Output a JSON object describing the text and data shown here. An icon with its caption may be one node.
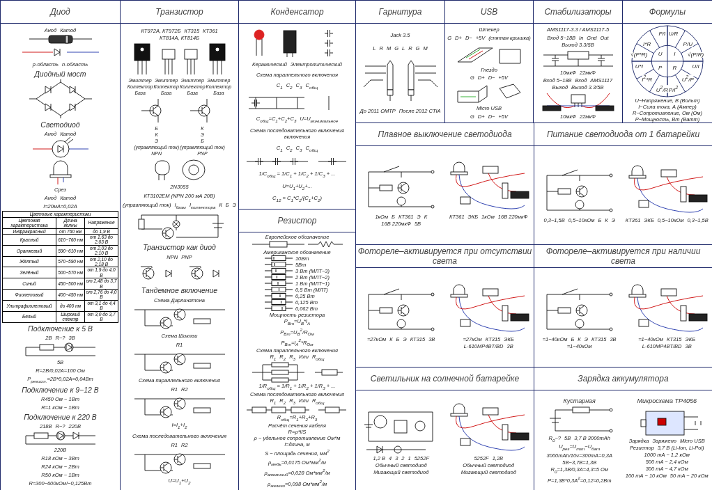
{
  "diagram": {
    "nodes": [
      {
        "text": [
          "Диод"
        ]
      },
      {
        "text": [
          "Транзистор"
        ]
      },
      {
        "text": [
          "Конденсатор"
        ]
      },
      {
        "text": [
          "Резистор"
        ]
      },
      {
        "text": [
          "Гарнитура"
        ]
      },
      {
        "text": [
          "USB"
        ]
      },
      {
        "text": [
          "Стабилизаторы"
        ]
      },
      {
        "text": [
          "Формулы"
        ]
      },
      {
        "text": [
          "Плавное выключение светодиода"
        ]
      },
      {
        "text": [
          "Питание светодиода от 1 батарейки"
        ]
      },
      {
        "text": [
          "Фотореле–активируется при отсутствии света"
        ]
      },
      {
        "text": [
          "Фотореле–активируется при наличии света"
        ]
      },
      {
        "text": [
          "Светильник на солнечной батарейке"
        ]
      },
      {
        "text": [
          "Зарядка аккумулятора"
        ]
      }
    ],
    "labels": [
      "Анод",
      "Катод",
      "p-область",
      "n-область",
      "Диодный мост",
      "Светодиод",
      "Анод",
      "Катод",
      "Срез",
      "Анод",
      "Катод",
      "I≈20мА≈0,02А",
      "Цветовые характеристики",
      "Цветовая характеристика",
      "Длина волны",
      "Напряжение",
      "Инфракрасный",
      "от 760 нм",
      "до 1,9 В",
      "Красный",
      "610−760 нм",
      "от 1,63 до 2,03 В",
      "Оранжевый",
      "590−610 нм",
      "от 2,03 до 2,10 В",
      "Жёлтый",
      "570−590 нм",
      "от 2,10 до 2,18 В",
      "Зелёный",
      "500−570 нм",
      "от 1,9 до 4,0 В",
      "Синий",
      "450−500 нм",
      "от 2,48 до 3,7 В",
      "Фиолетовый",
      "400−450 нм",
      "от 2,76 до 4,0 В",
      "Ультрафиолетовый",
      "до 400 нм",
      "от 3,1 до 4,4 В",
      "Белый",
      "Широкий спектр",
      "от 3,0 до 3,7 В",
      "Подключение к 5 В",
      "2В",
      "R−?",
      "3В",
      "5В",
      "R=2В/0,02А=100 Ом",
      "P$_{резист.}$=2В*0,02А=0,04Вт",
      "Подключение к 9−12 В",
      "R450 Ом − 1Вт",
      "R≈1 кОм − 1Вт",
      "Подключение к 220 В",
      "218В",
      "R−?",
      "220В",
      "220В",
      "R18 кОм − 3Вт",
      "R24 кОм − 2Вт",
      "R50 кОм − 1Вт",
      "R≈300−600кОм!−0,125Вт",
      "КТ972А, КТ972Б",
      "КТ315",
      "КТ361",
      "КТ814А, КТ814Б",
      "Эмиттер",
      "Коллектор",
      "База",
      "Эмиттер",
      "Коллектор",
      "База",
      "Эмиттер",
      "Коллектор",
      "База",
      "Эмиттер",
      "Коллектор",
      "База",
      "Б",
      "К",
      "Э",
      "(управляющий ток)",
      "NPN",
      "К",
      "Э",
      "Б",
      "(управляющий ток)",
      "PNP",
      "2N3055",
      "КТ3102ЕМ (NPN 200 мА 20В)",
      "(управляющий ток)",
      "I$_{базы}$",
      "I$_{коллектора}$",
      "К",
      "Б",
      "Э",
      "Транзистор как диод",
      "NPN",
      "PNP",
      "Тандемное включение",
      "Схема Дарлингтона",
      "Схема Шиклаи",
      "R1",
      "Схема параллельного включения",
      "R1",
      "R2",
      "I=I$_{1}$+I$_{2}$",
      "Схема последовательного включения",
      "R1",
      "R2",
      "U=U$_{1}$+U$_{2}$",
      "Керамический",
      "Электролитический",
      "Схема параллельного включения",
      "C$_{1}$",
      "C$_{2}$",
      "C$_{3}$",
      "C$_{общ}$",
      "C$_{общ}$=C$_{1}$+C$_{2}$+C$_{3}$",
      "U=U$_{минимальное}$",
      "Схема последовательного включения включения",
      "C$_{1}$",
      "C$_{2}$",
      "C$_{3}$",
      "C$_{общ}$",
      "1/C$_{общ}$ = 1/C$_{1}$ + 1/C$_{2}$ + 1/C$_{3}$ + ...",
      "U=U$_{1}$+U$_{2}$+...",
      "C$_{12}$ = C$_{1}$*C$_{2}$/(C$_{1}$+C$_{2}$)",
      "Европейское обозначение",
      "Американское обозначение",
      "10Вт",
      "5Вт",
      "3 Вт (МЛТ−3)",
      "2 Вт (МЛТ−2)",
      "1 Вт (МЛТ−1)",
      "0,5 Вт (МЛТ)",
      "0,25 Вт",
      "0,125 Вт",
      "0,062 Вт",
      "Мощность резистора",
      "P$_{Вт}$=U$_{В}$*I$_{А}$",
      "P$_{Вт}$=U$_{В}$$^{2}$/R$_{Ом}$",
      "P$_{Вт}$=I$_{А}$$^{2}$*R$_{Ом}$",
      "Схема параллельного включения",
      "R$_{1}$",
      "R$_{2}$",
      "R$_{3}$",
      "Или",
      "R$_{общ}$",
      "1/R$_{общ}$ = 1/R$_{1}$ + 1/R$_{2}$ + 1/R$_{3}$ + ...",
      "Схема последовательного включения",
      "R$_{1}$",
      "R$_{2}$",
      "R$_{3}$",
      "Или",
      "R$_{общ}$",
      "R$_{общ}$=R$_{1}$+R$_{2}$+R$_{3}$",
      "Расчёт сечения кабеля",
      "R=ρ*l/S",
      "ρ − удельное сопротивление Ом*м",
      "l=длина, м",
      "S − площадь сечения, мм$^{2}$",
      "ρ$_{медь}$=0,0175 Ом*мм$^{2}$/м",
      "ρ$_{алюминий}$=0,028 Ом*мм$^{2}$/м",
      "ρ$_{железо}$=0,098 Ом*мм$^{2}$/м",
      "Jack 3.5",
      "L",
      "R",
      "M",
      "G",
      "L",
      "R",
      "G",
      "M",
      "До 2011 OMTP",
      "После 2012 CTIA",
      "Штекер",
      "G",
      "D+",
      "D−",
      "+5V",
      "(снятая крышка)",
      "Гнездо",
      "G",
      "D+",
      "D−",
      "+5V",
      "Micro USB",
      "G",
      "D+",
      "D−",
      "+5V",
      "AMS1117-3.3 / AMS1117-5",
      "Вход 5−18В",
      "In",
      "Gnd",
      "Out",
      "Выход 3.3/5В",
      "10мкФ",
      "22мкФ",
      "Вход 5−18В",
      "Вход",
      "AMS1117",
      "Выход",
      "Выход 3.3/5В",
      "10мкФ",
      "22мкФ",
      "P/I",
      "U/R",
      "I*R",
      "P/U",
      "√(P*R)",
      "U",
      "I",
      "√(P/R)",
      "U*I",
      "P",
      "R",
      "U/I",
      "I$^{2}$*R",
      "U$^{2}$/P",
      "U$^{2}$/R",
      "P/I$^{2}$",
      "U−Напряжение, В (Вольт)",
      "I−Сила тока, А (Ампер)",
      "R−Сопротивление, Ом (Ом)",
      "P−Мощность, Вт (Ватт)",
      "1кОм",
      "Б",
      "КТ361",
      "Э",
      "К",
      "16В 220мкФ",
      "5В",
      "КТ361",
      "ЭКБ",
      "1кОм",
      "16В 220мкФ",
      "0,3−1,5В",
      "0,5−10кОм",
      "Б",
      "К",
      "Э",
      "КТ361",
      "ЭКБ",
      "0,5−10кОм",
      "0,3−1,5В",
      "≈27кОм",
      "К",
      "Б",
      "Э",
      "КТ315",
      "3В",
      "≈27кОм",
      "КТ315",
      "ЭКБ",
      "L-610MP4BT/BD",
      "3В",
      "≈1−40кОм",
      "Б",
      "К",
      "Э",
      "КТ315",
      "3В",
      "≈1−40кОм",
      "≈1−40кОм",
      "КТ315",
      "ЭКБ",
      "L-610MP4BT/BD",
      "3В",
      "1,2 В",
      "4",
      "3",
      "2",
      "1",
      "5252F",
      "Обычный светодиод",
      "Мигающий светодиод",
      "5252F",
      "1,2В",
      "Обычный светодиод",
      "Мигающий светодиод",
      "Кустарная",
      "R$_{0}$−?",
      "5В",
      "3,7 В 3000mAh",
      "U$_{рез}$=U$_{пит}$−U$_{бат}$",
      "3000mAh/10ч=300mA=0,3A",
      "5В−3,7В=1,3В",
      "R$_{0}$=1,3В/0,3А=4,3≈5 Ом",
      "P=1,3В*0,3А$^{2}$=0,12≈0,2Вт",
      "Микросхема TP4056",
      "Зарядка",
      "Заряжено",
      "Micro USB",
      "Резистор",
      "3,7 В (Li-Ion, Li-Pol)",
      "1000 mA − 1,2 кОм",
      "500 mA − 2,4 кОм",
      "300 mA − 4,7 кОм",
      "100 mA − 10 кОм",
      "50 mA − 20 кОм"
    ]
  }
}
